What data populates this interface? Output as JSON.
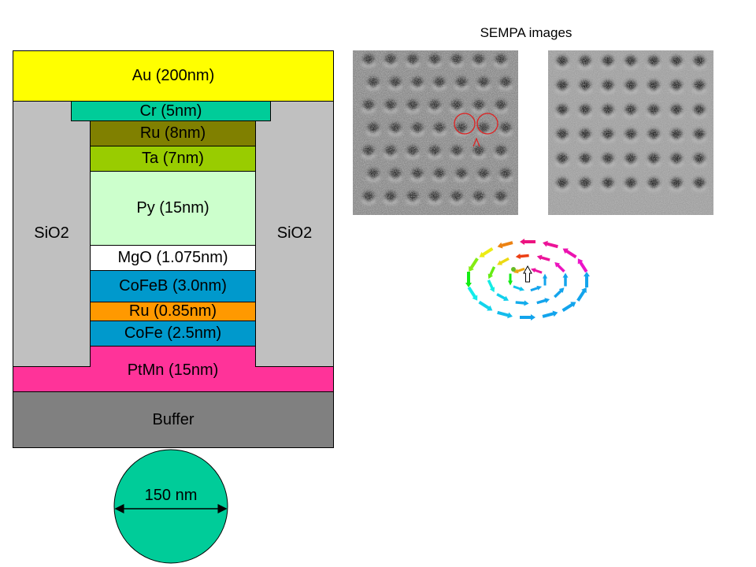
{
  "stack": {
    "au": {
      "label": "Au (200nm)",
      "color": "#ffff00"
    },
    "cr": {
      "label": "Cr (5nm)",
      "color": "#00cc99"
    },
    "ru_top": {
      "label": "Ru (8nm)",
      "color": "#808000"
    },
    "ta": {
      "label": "Ta (7nm)",
      "color": "#99cc00"
    },
    "py": {
      "label": "Py (15nm)",
      "color": "#ccffcc"
    },
    "mgo": {
      "label": "MgO (1.075nm)",
      "color": "#ffffff"
    },
    "cofeb": {
      "label": "CoFeB (3.0nm)",
      "color": "#0099cc"
    },
    "ru_mid": {
      "label": "Ru (0.85nm)",
      "color": "#ff9900"
    },
    "cofe": {
      "label": "CoFe (2.5nm)",
      "color": "#0099cc"
    },
    "ptmn": {
      "label": "PtMn (15nm)",
      "color": "#ff3399"
    },
    "buffer": {
      "label": "Buffer",
      "color": "#808080"
    },
    "sio2_left": {
      "label": "SiO2",
      "color": "#c0c0c0"
    },
    "sio2_right": {
      "label": "SiO2",
      "color": "#c0c0c0"
    }
  },
  "pillar": {
    "diameter_label": "150 nm",
    "color": "#00cc99"
  },
  "sempa": {
    "title": "SEMPA images"
  }
}
